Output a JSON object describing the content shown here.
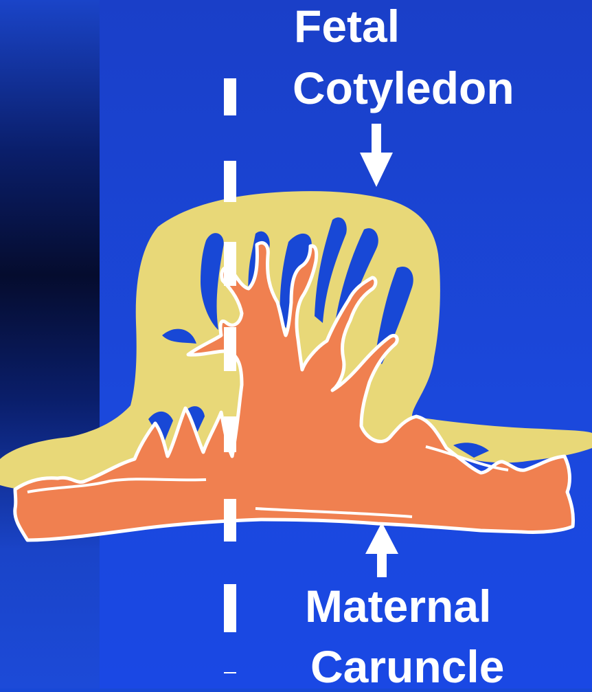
{
  "labels": {
    "fetal_line1": "Fetal",
    "fetal_line2": "Cotyledon",
    "maternal_line1": "Maternal",
    "maternal_line2": "Caruncle"
  },
  "colors": {
    "background": "#1848d6",
    "fetal": "#e8d878",
    "maternal": "#f08050",
    "outline": "#ffffff"
  }
}
